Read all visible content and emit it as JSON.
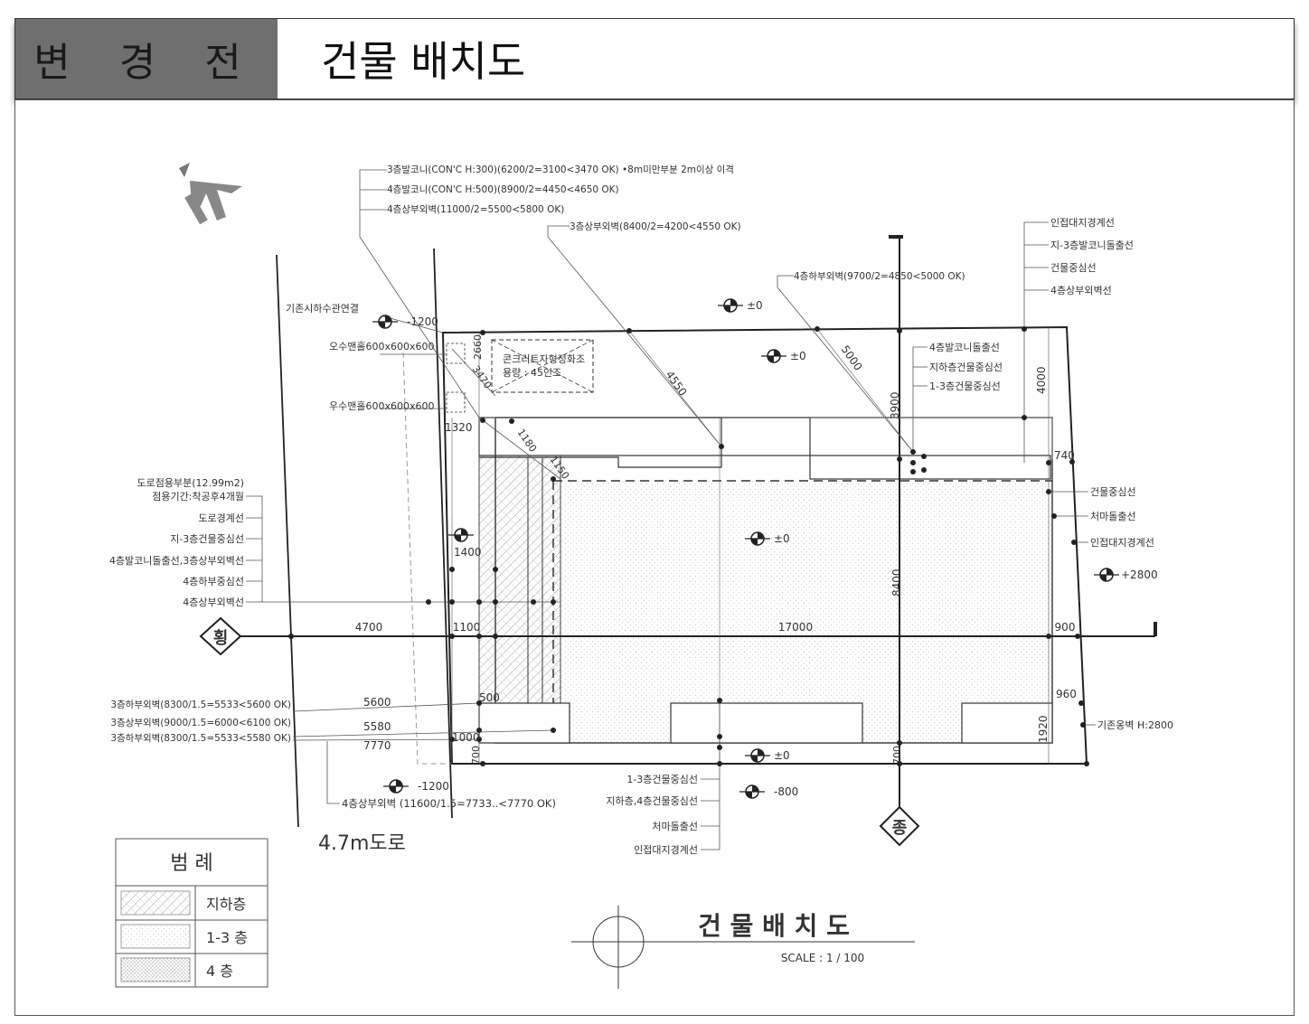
{
  "header": {
    "left_label": "변 경 전",
    "title": "건물 배치도"
  },
  "notes_top": [
    "3층발코니(CON'C  H:300)(6200/2=3100<3470 OK) •8m미만부분 2m이상 이격",
    "4층발코니(CON'C  H:500)(8900/2=4450<4650 OK)",
    "4층상부외벽(11000/2=5500<5800 OK)"
  ],
  "note_3f_upper": "3층상부외벽(8400/2=4200<4550 OK)",
  "note_4f_lower": "4층하부외벽(9700/2=4850<5000 OK)",
  "notes_right_top": [
    "인접대지경계선",
    "지-3층발코니돌출선",
    "건물중심선",
    "4층상부외벽선"
  ],
  "notes_right_mid": [
    "4층발코니돌출선",
    "지하층건물중심선",
    "1-3층건물중심선"
  ],
  "notes_right_side": [
    "건물중심선",
    "처마돌출선",
    "인접대지경계선"
  ],
  "note_existing_wall": "기존옹벽 H:2800",
  "notes_left": [
    "도로점용부분(12.99m2)",
    "점용기간:착공후4개월",
    "도로경계선",
    "지-3층건물중심선",
    "4층발코니돌출선,3층상부외벽선",
    "4층하부중심선",
    "4층상부외벽선"
  ],
  "notes_left_bottom": [
    "3층하부외벽(8300/1.5=5533<5600 OK)",
    "3층상부외벽(9000/1.5=6000<6100 OK)",
    "3층하부외벽(8300/1.5=5533<5580 OK)"
  ],
  "note_4f_upper_bottom": "4층상부외벽 (11600/1.5=7733..<7770 OK)",
  "notes_bottom_center": [
    "1-3층건물중심선",
    "지하층,4층건물중심선",
    "처마돌출선",
    "인접대지경계선"
  ],
  "sewer_label": "기존시하수관연결",
  "manhole_1": "오수맨홀600x600x600",
  "manhole_2": "우수맨홀600x600x600",
  "septic_1": "콘크리트자형정화조",
  "septic_2": "용량 : 45인조",
  "road_label": "4.7m도로",
  "axis_h": "횡",
  "axis_v": "종",
  "levels": [
    "±0",
    "±0",
    "±0",
    "±0",
    "-1200",
    "-1200",
    "-800",
    "+2800"
  ],
  "dims": {
    "d4700": "4700",
    "d1100": "1100",
    "d17000": "17000",
    "d900": "900",
    "d1320": "1320",
    "d1400": "1400",
    "d1180": "1180",
    "d1150": "1150",
    "d2660": "2660",
    "d3470": "3470",
    "d4550": "4550",
    "d5000": "5000",
    "d3900": "3900",
    "d4000": "4000",
    "d740": "740",
    "d8400": "8400",
    "d960": "960",
    "d1920": "1920",
    "d700a": "700",
    "d700b": "700",
    "d500": "500",
    "d1000": "1000",
    "d5600": "5600",
    "d5580": "5580",
    "d7770": "7770"
  },
  "legend": {
    "title": "범    례",
    "items": [
      "지하층",
      "1-3 층",
      "4    층"
    ]
  },
  "drawing_title": "건 물 배 치 도",
  "scale": "SCALE : 1 / 100"
}
